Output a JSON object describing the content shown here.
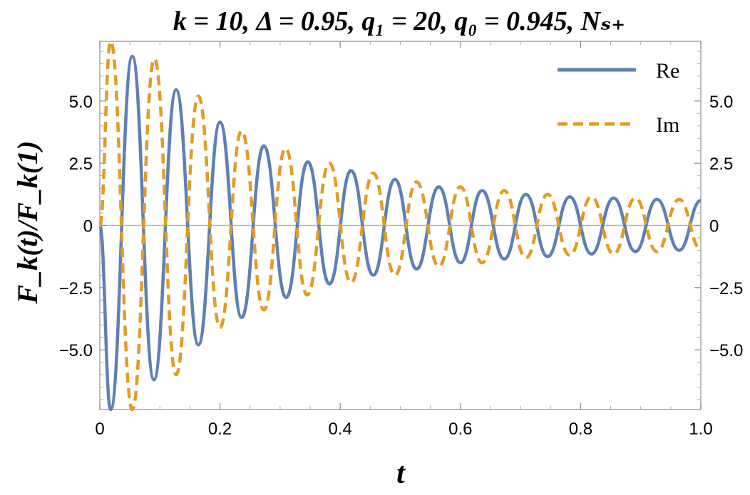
{
  "chart_data": {
    "type": "line",
    "title": "k = 10, Δ = 0.95,  q₁ = 20,  q₀ = 0.945,  Nₛ₊",
    "xlabel": "t",
    "ylabel": "F_k(t)/F_k(1)",
    "xlim": [
      0,
      1
    ],
    "ylim": [
      -7.4,
      7.4
    ],
    "x_ticks": [
      "0",
      "0.2",
      "0.4",
      "0.6",
      "0.8",
      "1.0"
    ],
    "x_tick_values": [
      0,
      0.2,
      0.4,
      0.6,
      0.8,
      1.0
    ],
    "y_ticks": [
      "−5.0",
      "−2.5",
      "0",
      "2.5",
      "5.0"
    ],
    "y_tick_values": [
      -5,
      -2.5,
      0,
      2.5,
      5
    ],
    "grid": false,
    "legend_position": "top-right",
    "frame_right_ticks": true,
    "series": [
      {
        "name": "Re",
        "color": "#5e81b5",
        "style": "solid",
        "x": [
          0,
          0.018,
          0.054,
          0.09,
          0.127,
          0.164,
          0.2,
          0.236,
          0.273,
          0.31,
          0.346,
          0.382,
          0.418,
          0.455,
          0.491,
          0.527,
          0.564,
          0.6,
          0.636,
          0.673,
          0.709,
          0.745,
          0.782,
          0.818,
          0.855,
          0.891,
          0.927,
          0.964,
          1.0
        ],
        "values": [
          0,
          -7.4,
          6.8,
          -6.2,
          5.45,
          -4.8,
          4.15,
          -3.7,
          3.2,
          -2.9,
          2.55,
          -2.35,
          2.2,
          -2.0,
          1.85,
          -1.75,
          1.55,
          -1.5,
          1.4,
          -1.35,
          1.25,
          -1.25,
          1.15,
          -1.15,
          1.1,
          -1.05,
          1.05,
          -1.0,
          1.0
        ]
      },
      {
        "name": "Im",
        "color": "#e19c24",
        "style": "dashed",
        "x": [
          0,
          0.018,
          0.054,
          0.091,
          0.127,
          0.164,
          0.2,
          0.236,
          0.273,
          0.309,
          0.345,
          0.382,
          0.418,
          0.455,
          0.491,
          0.527,
          0.564,
          0.6,
          0.636,
          0.673,
          0.709,
          0.745,
          0.782,
          0.818,
          0.855,
          0.891,
          0.927,
          0.964,
          1.0
        ],
        "values": [
          0,
          7.4,
          -7.4,
          6.7,
          -6.0,
          5.2,
          -4.1,
          3.8,
          -3.4,
          3.1,
          -2.8,
          2.5,
          -2.3,
          2.1,
          -2.0,
          1.75,
          -1.65,
          1.55,
          -1.5,
          1.4,
          -1.3,
          1.25,
          -1.2,
          1.15,
          -1.15,
          1.1,
          -1.05,
          1.05,
          -0.95
        ]
      }
    ]
  }
}
